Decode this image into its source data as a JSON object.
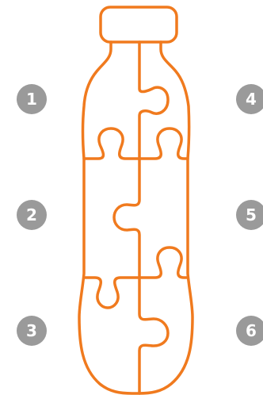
{
  "colors": {
    "outline": "#F07A1E",
    "badge": "#9A9A9A",
    "badge_text": "#FFFFFF"
  },
  "badges": [
    {
      "number": "1"
    },
    {
      "number": "2"
    },
    {
      "number": "3"
    },
    {
      "number": "4"
    },
    {
      "number": "5"
    },
    {
      "number": "6"
    }
  ]
}
